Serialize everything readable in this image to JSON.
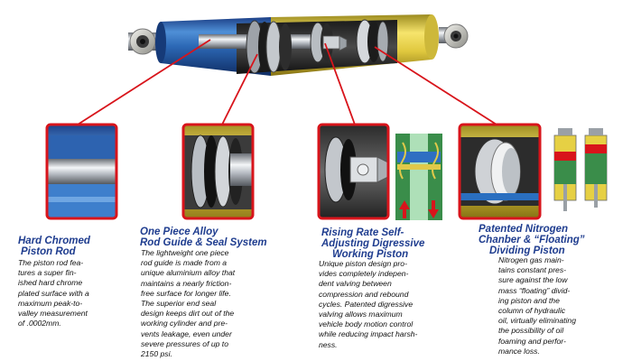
{
  "features": [
    {
      "heading": [
        "Hard Chromed",
        "Piston Rod"
      ],
      "body": [
        "The piston rod fea-",
        "tures a super fin-",
        "ished hard chrome",
        "plated surface with a",
        "maximum peak-to-",
        "valley measurement",
        "of .0002mm."
      ]
    },
    {
      "heading": [
        "One Piece Alloy",
        "Rod Guide & Seal System"
      ],
      "body": [
        "The lightweight one piece",
        "rod guide is made from a",
        "unique aluminium alloy that",
        "maintains a nearly friction-",
        "free surface for longer life.",
        "The superior end seal",
        "design keeps dirt out of the",
        "working cylinder and pre-",
        "vents leakage, even under",
        "severe pressures of up to",
        "2150 psi."
      ]
    },
    {
      "heading": [
        "Rising Rate Self-",
        "Adjusting Digressive",
        "Working Piston"
      ],
      "body": [
        "Unique piston design pro-",
        "vides completely indepen-",
        "dent valving between",
        "compression and rebound",
        "cycles.  Patented digressive",
        "valving allows maximum",
        "vehicle body motion control",
        "while reducing impact harsh-",
        "ness."
      ]
    },
    {
      "heading": [
        "Patented Nitrogen",
        "Chanber & “Floating”",
        "Dividing Piston"
      ],
      "body": [
        "Nitrogen gas main-",
        "tains constant pres-",
        "sure against the low",
        "mass “floating” divid-",
        "ing piston and the",
        "column of hydraulic",
        "oil, virtually eliminating",
        "the possibility of oil",
        "foaming and perfor-",
        "mance loss."
      ]
    }
  ],
  "colors": {
    "heading": "#1f3d8f",
    "callout": "#d8141b",
    "body_blue": "#2a6fc0",
    "body_yellow": "#e8d24a"
  }
}
